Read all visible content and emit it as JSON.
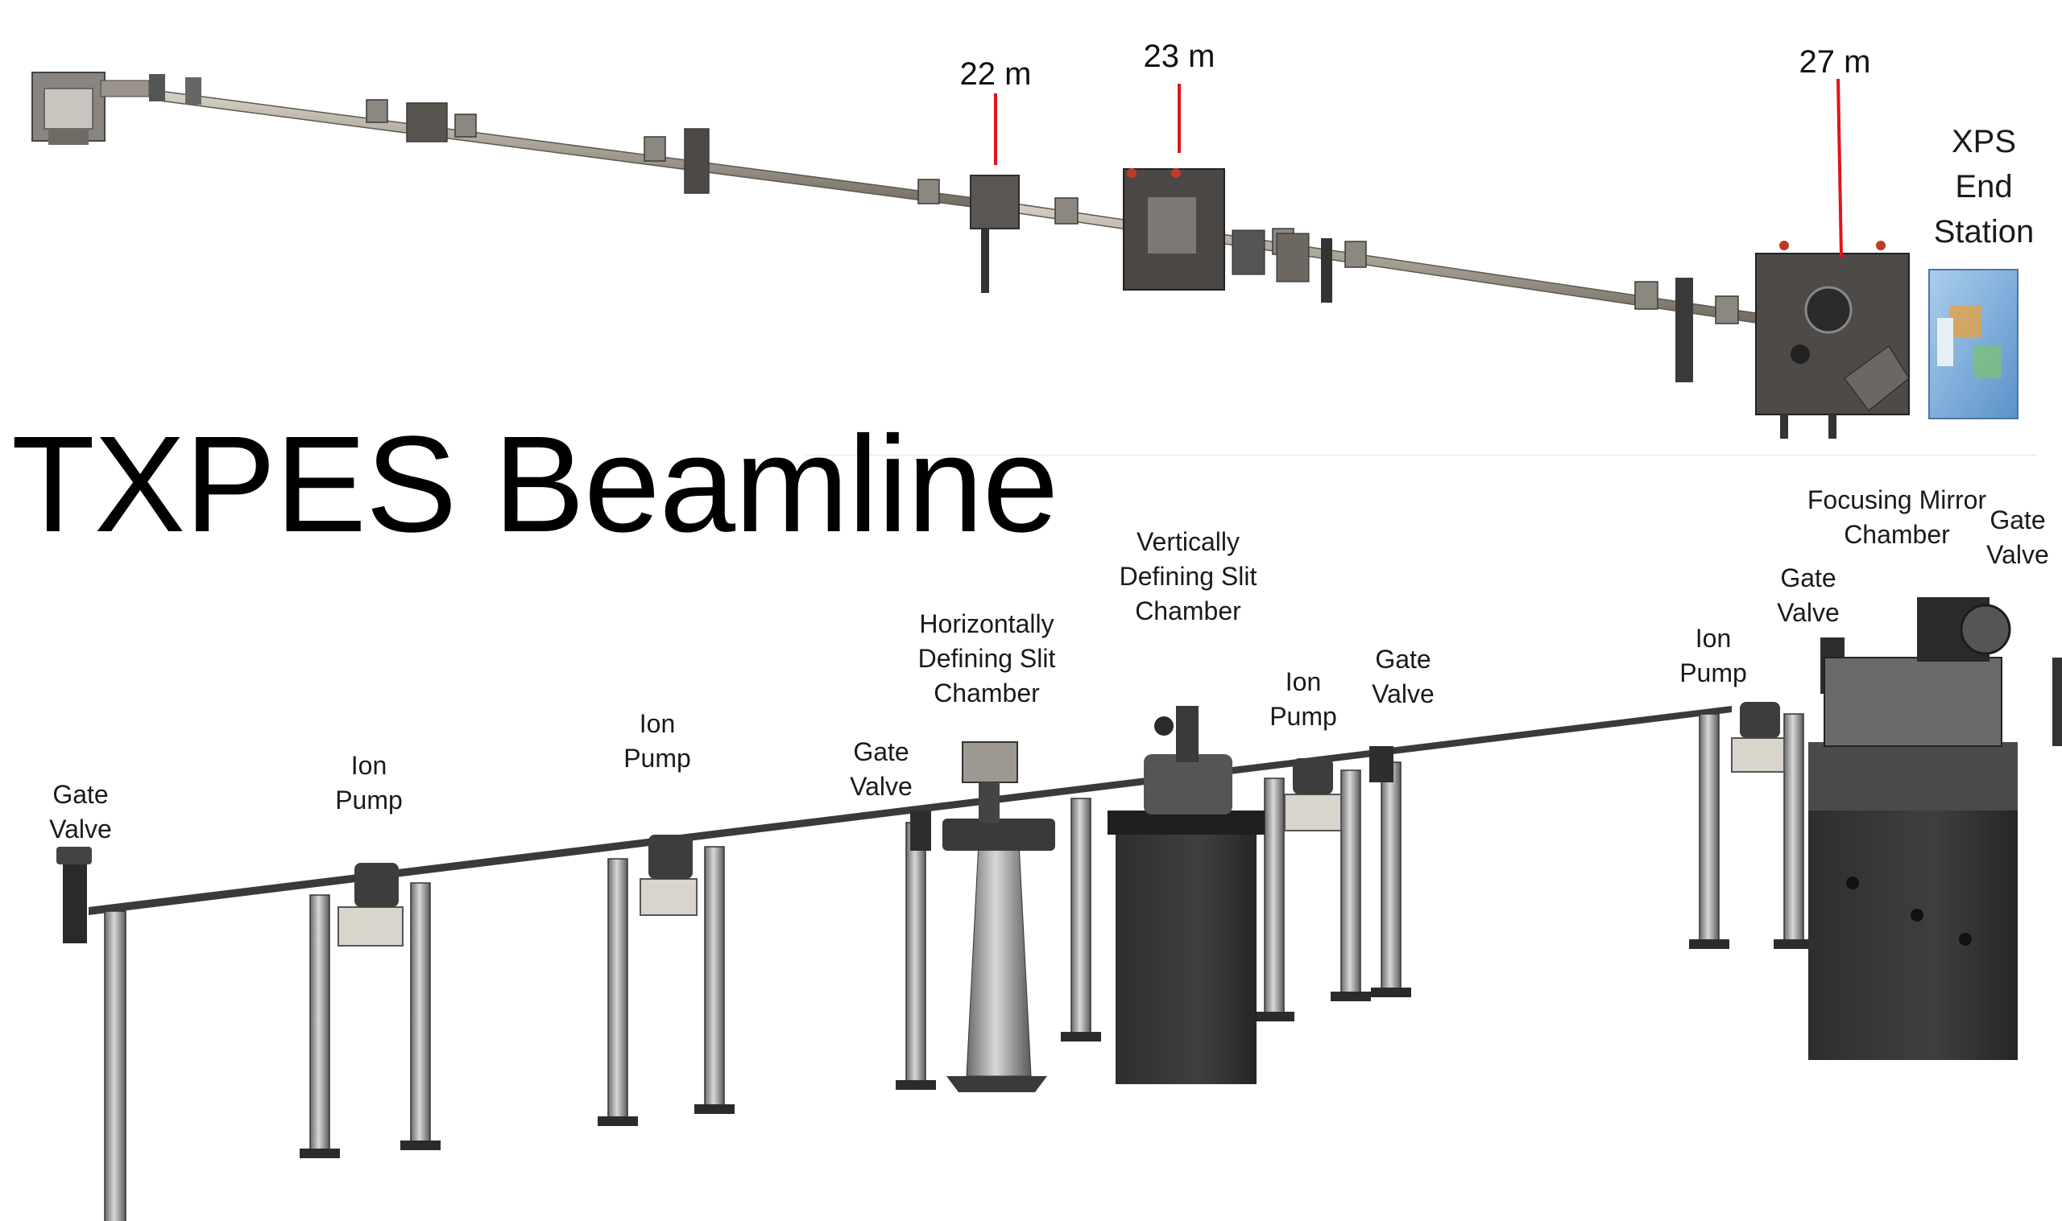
{
  "title": "TXPES Beamline",
  "top_view": {
    "distance_markers": [
      "22 m",
      "23 m",
      "27 m"
    ],
    "end_station_label": "XPS\nEnd\nStation"
  },
  "side_view": {
    "components": [
      "Gate\nValve",
      "Ion\nPump",
      "Ion\nPump",
      "Gate\nValve",
      "Horizontally\nDefining Slit\nChamber",
      "Vertically\nDefining Slit\nChamber",
      "Ion\nPump",
      "Gate\nValve",
      "Ion\nPump",
      "Gate\nValve",
      "Focusing Mirror\nChamber",
      "Gate\nValve"
    ]
  },
  "colors": {
    "marker_line": "#e0141b",
    "steel_light": "#b9b2a7",
    "steel_dark": "#3c3c3c",
    "end_station": "#5b9bd5"
  }
}
